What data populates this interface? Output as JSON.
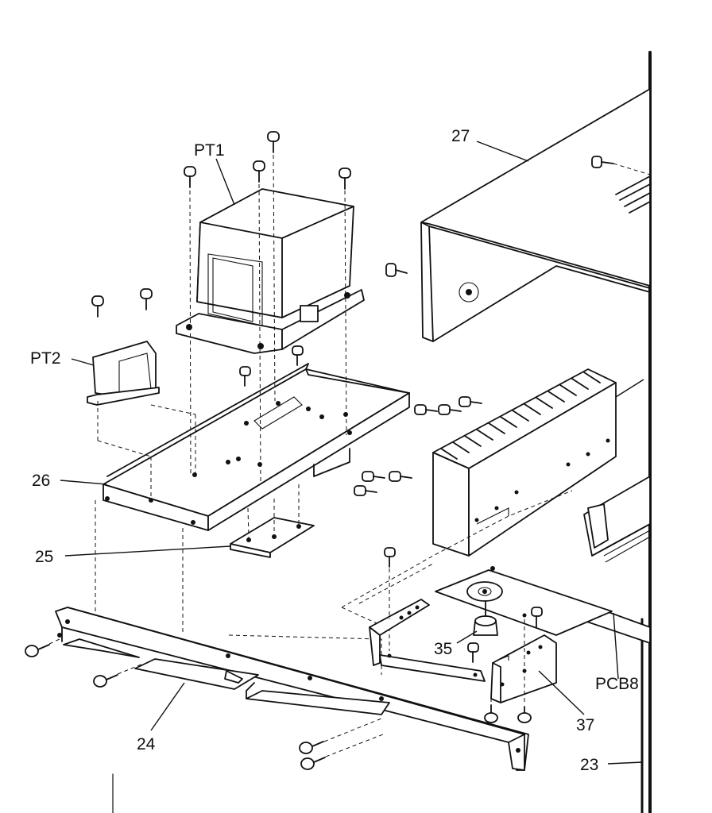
{
  "labels": {
    "pt1": "PT1",
    "pt2": "PT2",
    "p27": "27",
    "p26": "26",
    "p25": "25",
    "p24": "24",
    "p35": "35",
    "p37": "37",
    "pcb8": "PCB8",
    "p23": "23"
  }
}
